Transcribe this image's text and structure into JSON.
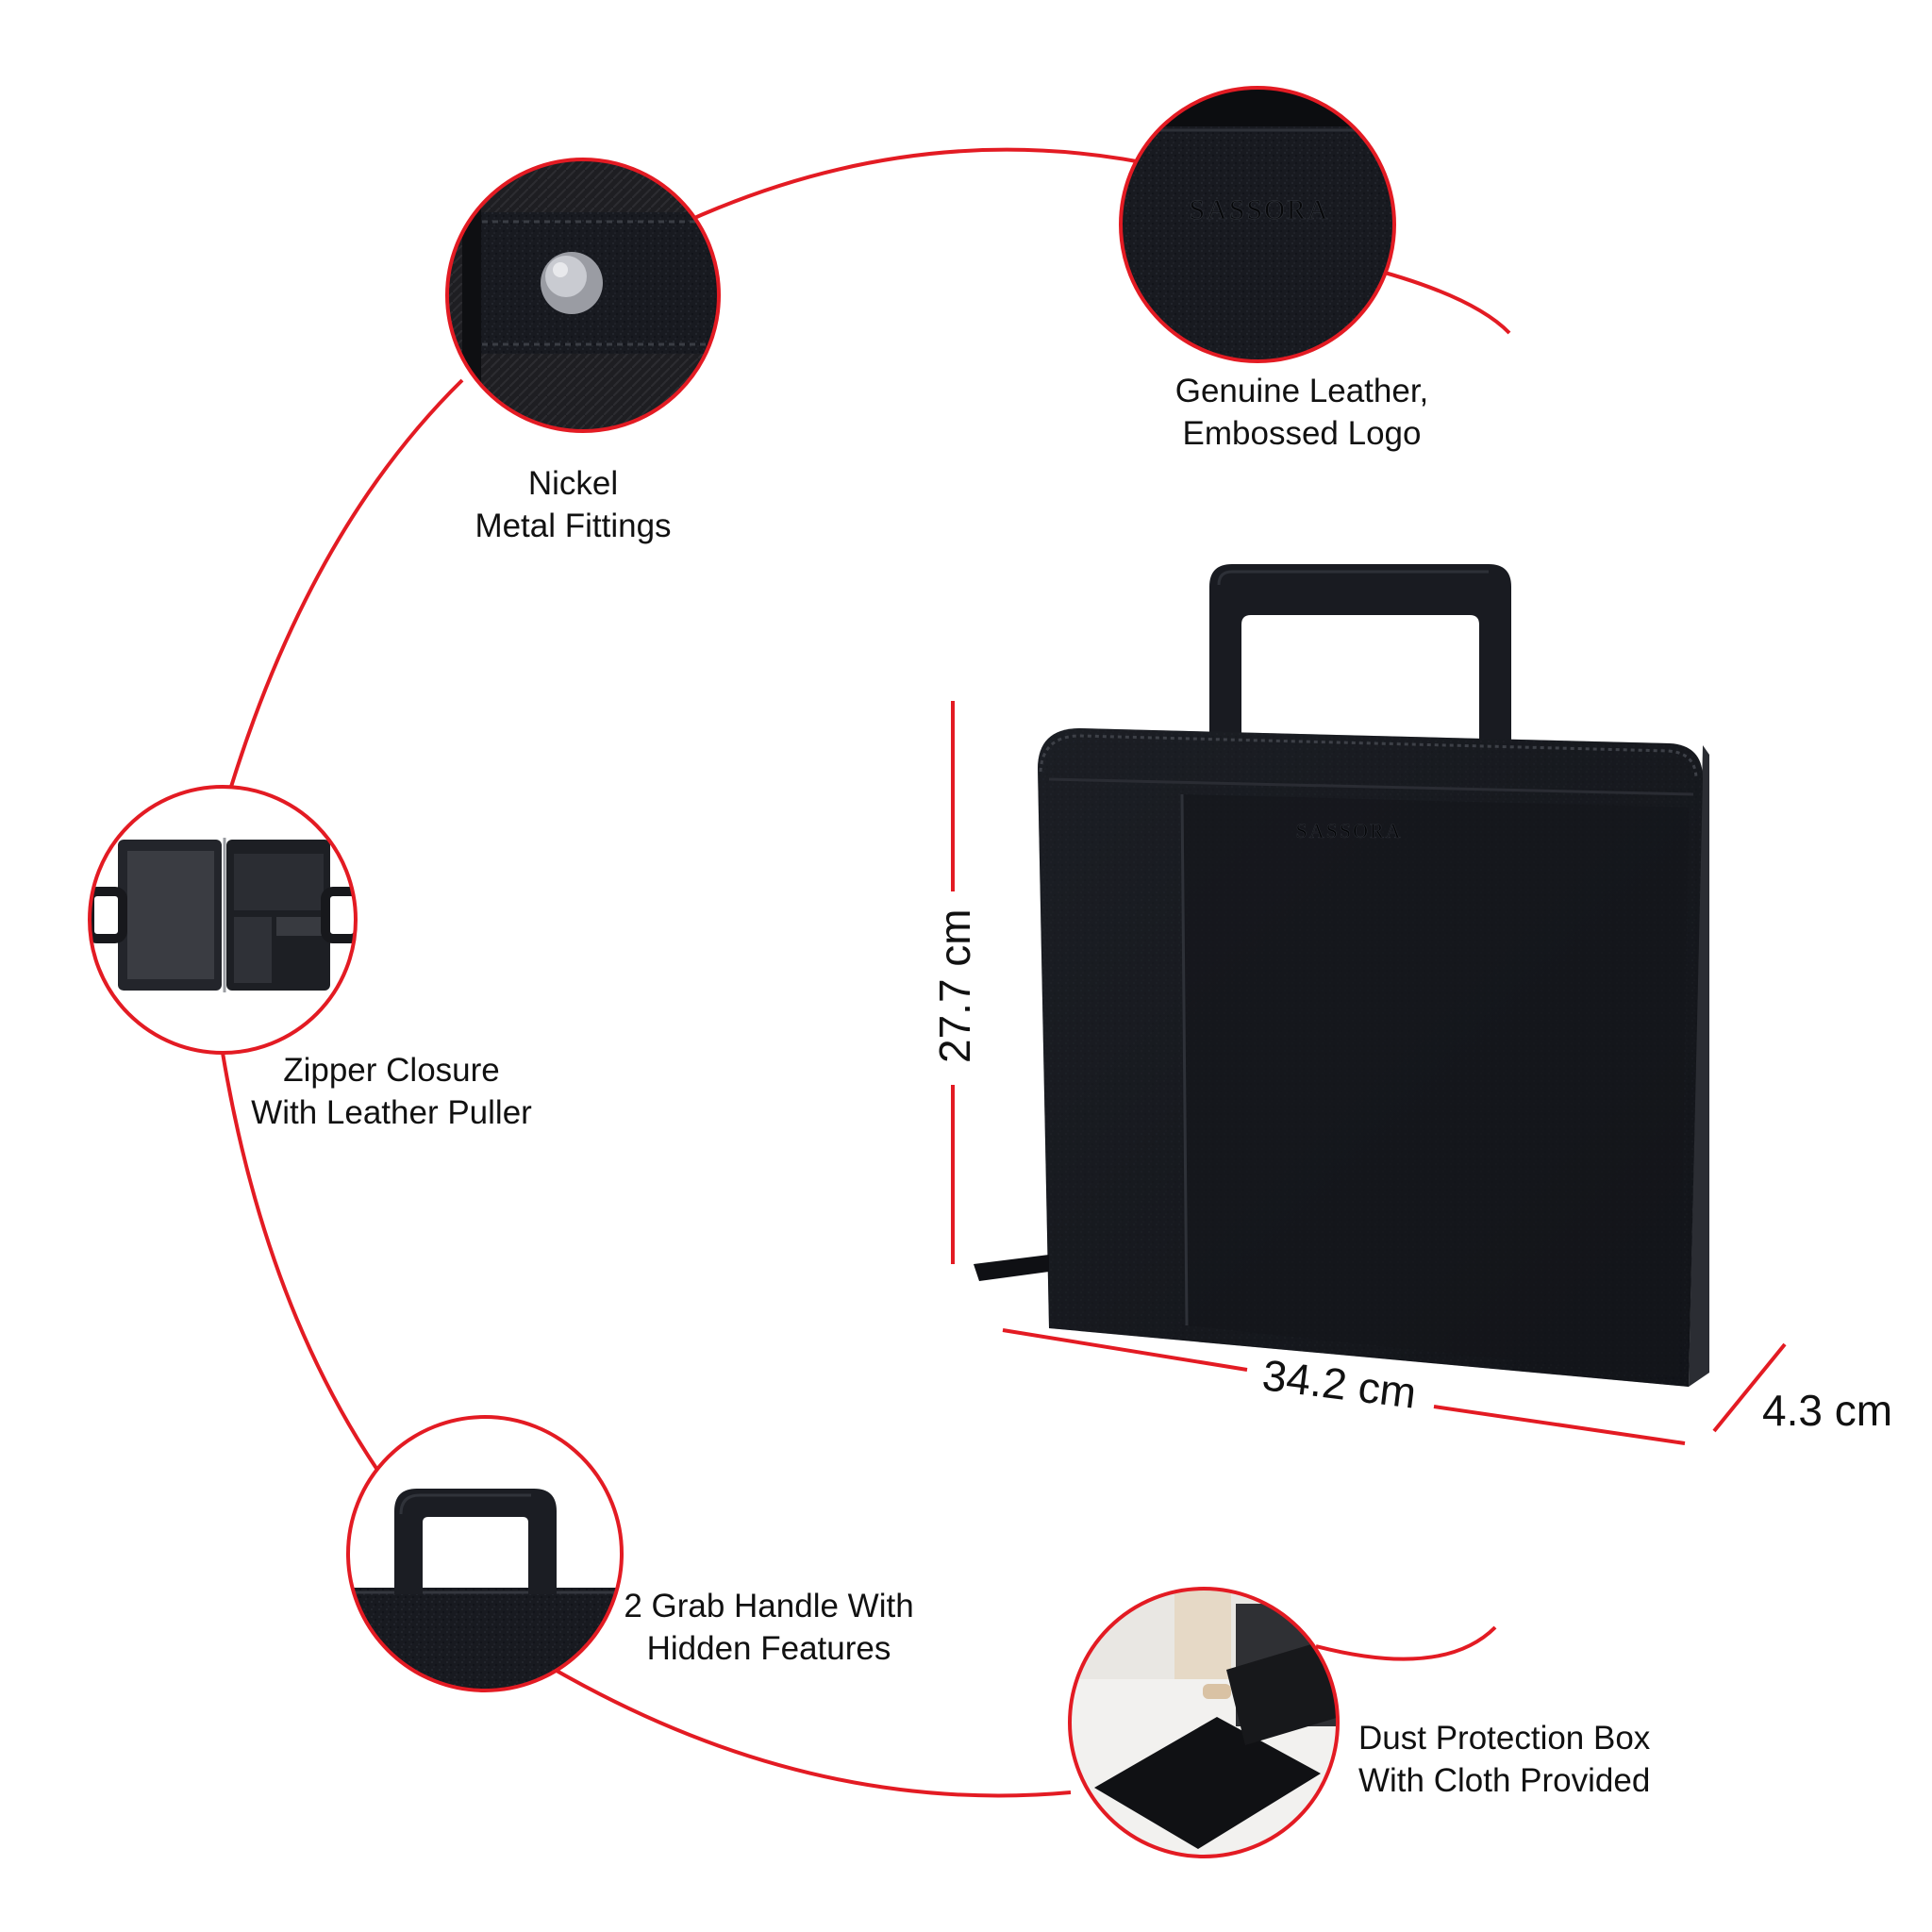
{
  "colors": {
    "accent": "#e31b23",
    "leather": "#15171c",
    "text": "#111111"
  },
  "features": [
    {
      "id": "nickel",
      "line1": "Nickel",
      "line2": "Metal Fittings"
    },
    {
      "id": "leather",
      "line1": "Genuine Leather,",
      "line2": "Embossed Logo"
    },
    {
      "id": "zipper",
      "line1": "Zipper Closure",
      "line2": "With Leather Puller"
    },
    {
      "id": "handle",
      "line1": "2 Grab Handle With",
      "line2": "Hidden Features"
    },
    {
      "id": "dustbox",
      "line1": "Dust Protection Box",
      "line2": "With Cloth Provided"
    }
  ],
  "dimensions": {
    "height": "27.7 cm",
    "width": "34.2 cm",
    "depth": "4.3 cm"
  },
  "brand": "SASSORA"
}
